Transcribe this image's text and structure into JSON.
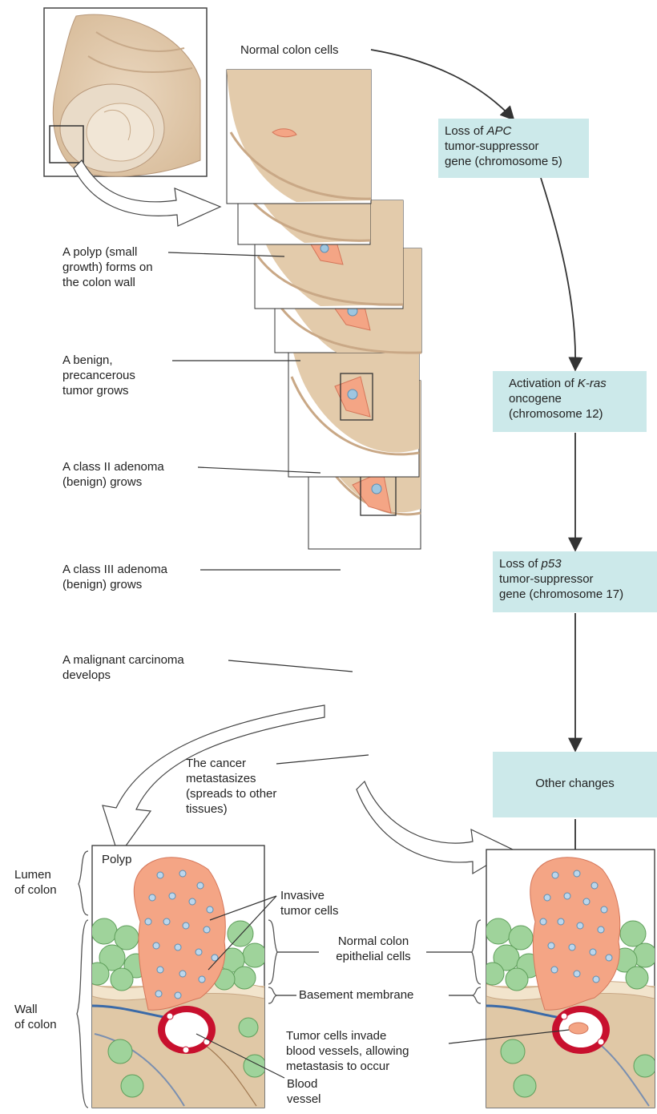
{
  "pathway": {
    "start": "Normal colon cells",
    "box1": {
      "pre": "Loss of ",
      "gene": "APC",
      "line2": "tumor-suppressor",
      "line3": "gene (chromosome 5)"
    },
    "box2": {
      "pre": "Activation of ",
      "gene": "K-ras",
      "line2": "oncogene",
      "line3": "(chromosome 12)"
    },
    "box3": {
      "pre": "Loss of ",
      "gene": "p53",
      "line2": "tumor-suppressor",
      "line3": "gene (chromosome 17)"
    },
    "box4": "Other changes"
  },
  "stages": [
    {
      "l1": "A polyp (small",
      "l2": "growth) forms on",
      "l3": "the colon wall"
    },
    {
      "l1": "A benign,",
      "l2": "precancerous",
      "l3": "tumor grows"
    },
    {
      "l1": "A class II adenoma",
      "l2": "(benign) grows"
    },
    {
      "l1": "A class III adenoma",
      "l2": "(benign) grows"
    },
    {
      "l1": "A malignant carcinoma",
      "l2": "develops"
    },
    {
      "l1": "The cancer",
      "l2": "metastasizes",
      "l3": "(spreads to other",
      "l4": "tissues)"
    }
  ],
  "detail": {
    "polyp": "Polyp",
    "lumen_l1": "Lumen",
    "lumen_l2": "of colon",
    "wall_l1": "Wall",
    "wall_l2": "of colon",
    "invasive_l1": "Invasive",
    "invasive_l2": "tumor cells",
    "normal_l1": "Normal colon",
    "normal_l2": "epithelial cells",
    "basement": "Basement membrane",
    "invade_l1": "Tumor cells invade",
    "invade_l2": "blood vessels, allowing",
    "invade_l3": "metastasis to occur",
    "blood_l1": "Blood",
    "blood_l2": "vessel"
  },
  "colors": {
    "box": "#cce9ea",
    "tissue": "#e6d0b4",
    "tumor": "#f4a585",
    "normal_cells": "#9fd39b",
    "vessel_red": "#c8102e"
  }
}
